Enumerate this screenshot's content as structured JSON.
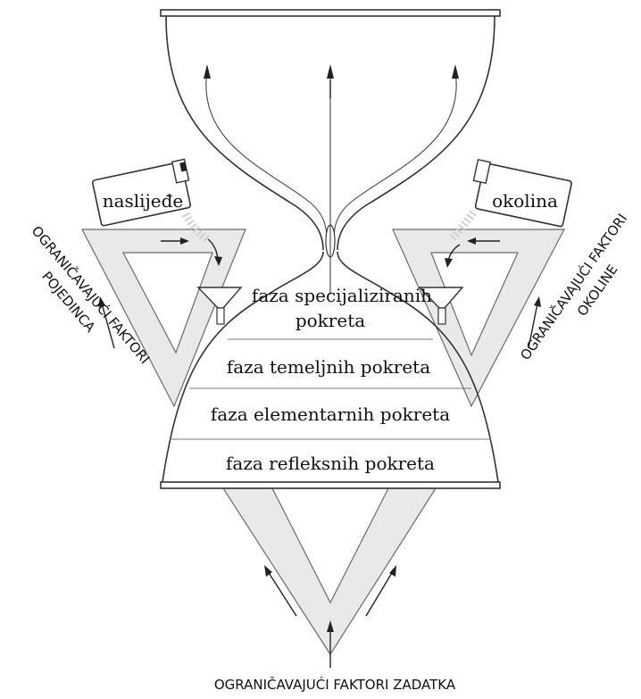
{
  "pitchers": {
    "left_label": "naslijeđe",
    "right_label": "okolina"
  },
  "phases": {
    "specialized_line1": "faza specijaliziranih",
    "specialized_line2": "pokreta",
    "fundamental": "faza temeljnih pokreta",
    "elementary": "faza elementarnih pokreta",
    "reflexive": "faza refleksnih pokreta"
  },
  "constraints": {
    "individual_line1": "OGRANIČAVAJUĆI FAKTORI",
    "individual_line2": "POJEDINCA",
    "environment_line1": "OGRANIČAVAJUĆI FAKTORI",
    "environment_line2": "OKOLINE",
    "task": "OGRANIČAVAJUĆI FAKTORI ZADATKA"
  },
  "colors": {
    "triangle_fill": "#e9e9e9",
    "outline": "#333333",
    "background": "#ffffff"
  }
}
